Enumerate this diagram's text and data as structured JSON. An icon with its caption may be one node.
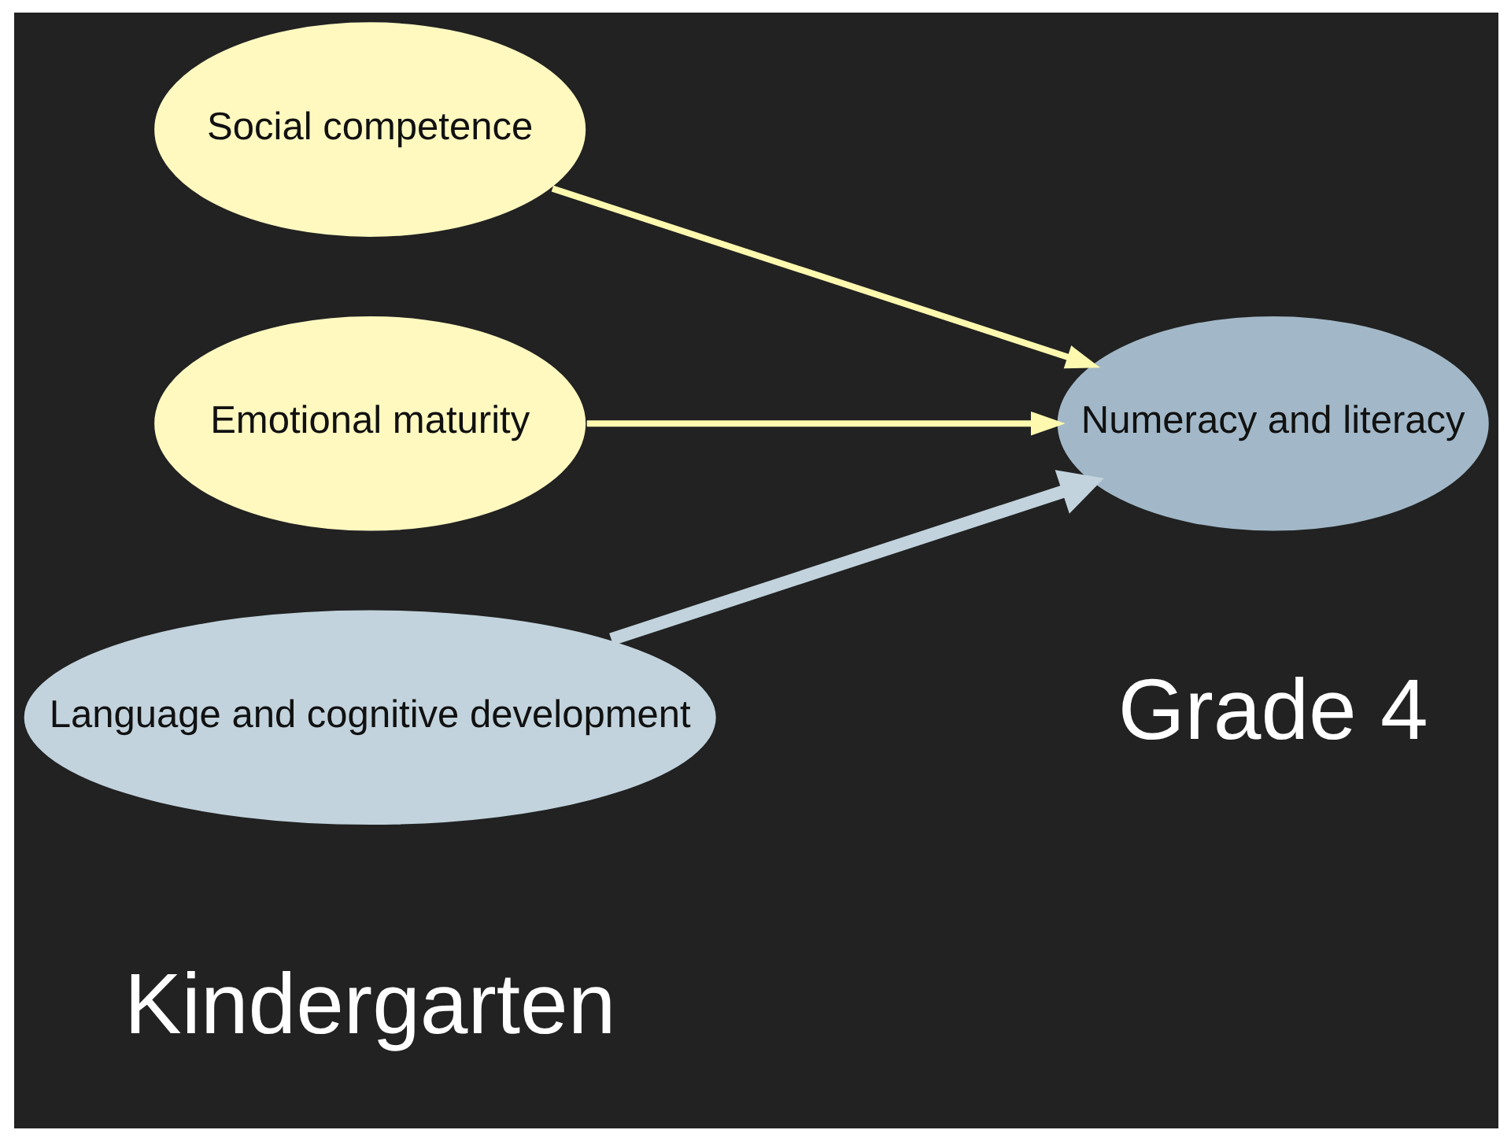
{
  "diagram": {
    "nodes": [
      {
        "text": [
          "Social competence"
        ]
      },
      {
        "text": [
          "Emotional maturity"
        ]
      },
      {
        "text": [
          "Language and cognitive development"
        ]
      },
      {
        "text": [
          "Numeracy and literacy"
        ]
      }
    ],
    "edges": [
      {
        "from": 0,
        "to": 3,
        "arrow": "to"
      },
      {
        "from": 1,
        "to": 3,
        "arrow": "to"
      },
      {
        "from": 2,
        "to": 3,
        "arrow": "to",
        "style": "thick",
        "color": "#c2d3dd"
      }
    ],
    "labels": [
      "Kindergarten",
      "Grade 4"
    ]
  }
}
